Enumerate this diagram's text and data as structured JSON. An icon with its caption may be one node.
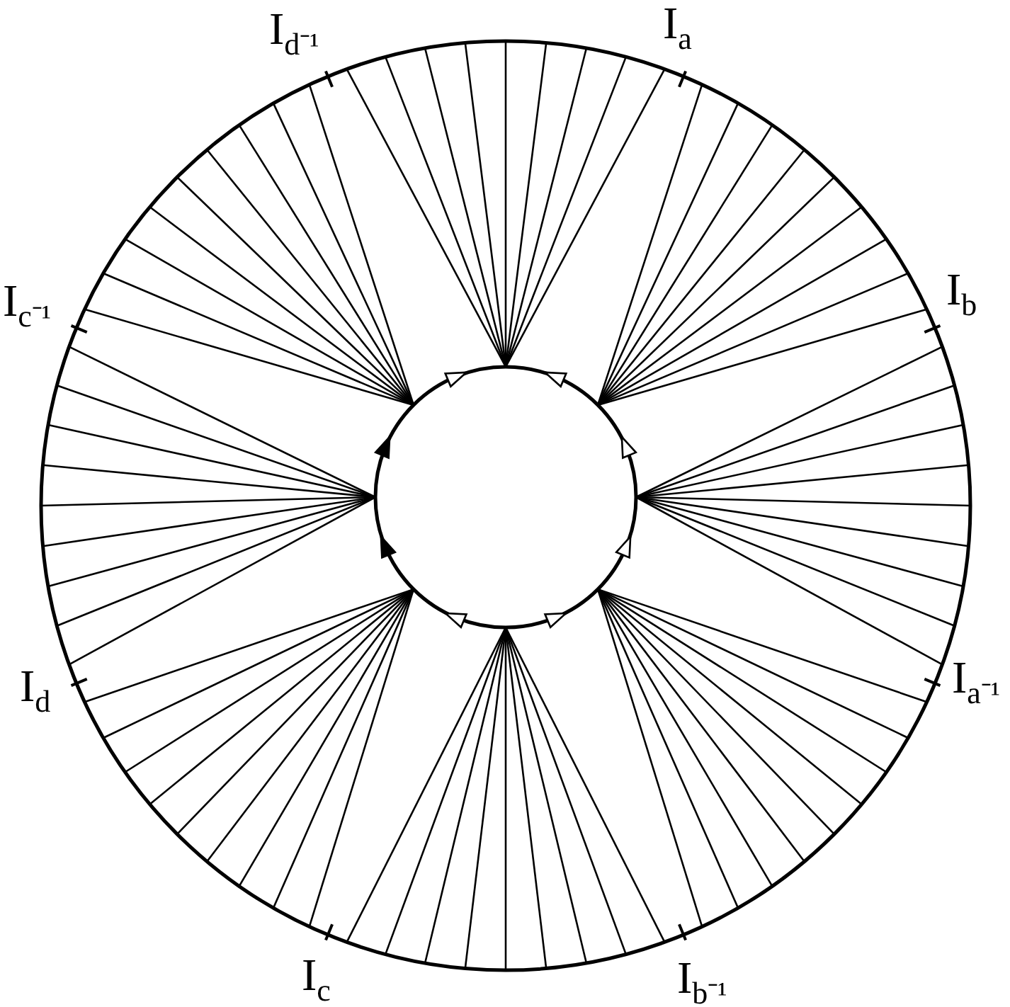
{
  "diagram": {
    "labels": [
      "I$_{d⁻¹}$",
      "I$_{a}$",
      "I$_{c⁻¹}$",
      "I$_{b}$",
      "I$_{d}$",
      "I$_{a⁻¹}$",
      "I$_{c}$",
      "I$_{b⁻¹}$"
    ]
  }
}
